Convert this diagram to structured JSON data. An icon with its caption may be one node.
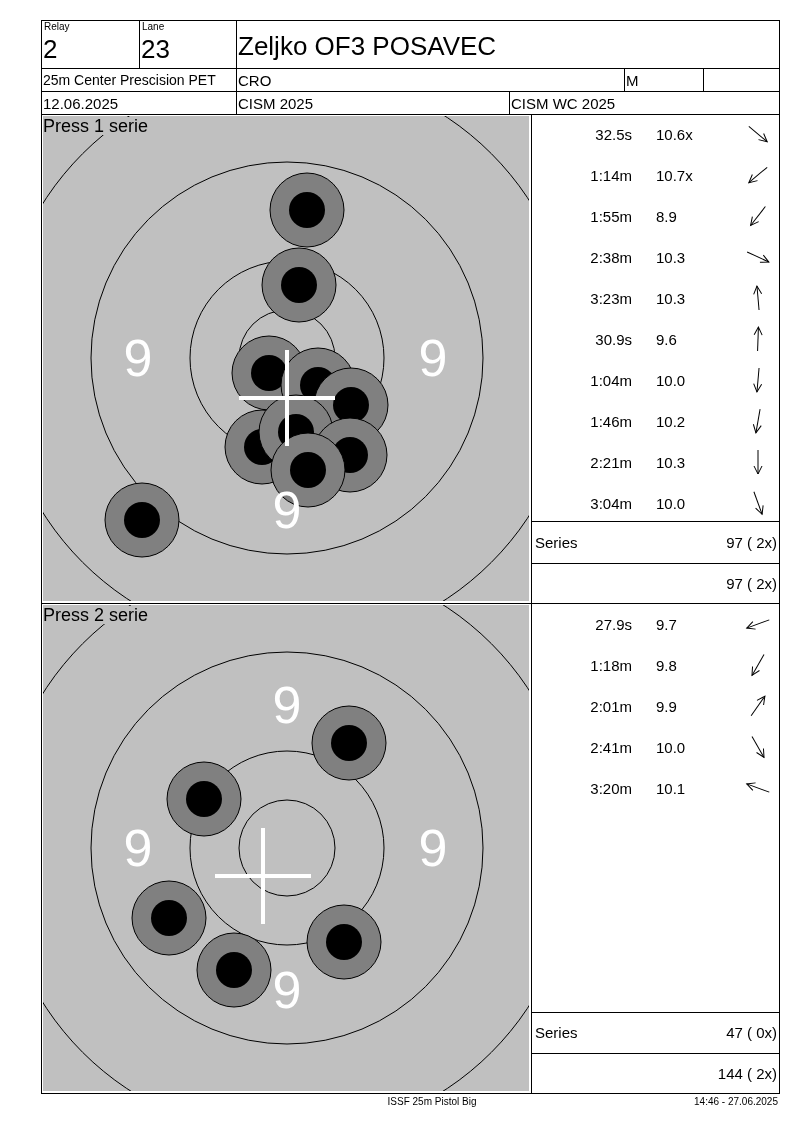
{
  "diagram": {
    "title": "Zeljko OF3 POSAVEC",
    "labels": [
      "Relay",
      "2",
      "Lane",
      "23",
      "25m Center Prescision PET",
      "CRO",
      "M",
      "12.06.2025",
      "CISM 2025",
      "CISM WC 2025",
      "Press 1 serie",
      "9",
      "9",
      "9",
      "32.5s",
      "10.6x",
      "1:14m",
      "10.7x",
      "1:55m",
      "8.9",
      "2:38m",
      "10.3",
      "3:23m",
      "10.3",
      "30.9s",
      "9.6",
      "1:04m",
      "10.0",
      "1:46m",
      "10.2",
      "2:21m",
      "10.3",
      "3:04m",
      "10.0",
      "Series",
      "97 ( 2x)",
      "97 ( 2x)",
      "Press 2 serie",
      "9",
      "9",
      "9",
      "9",
      "27.9s",
      "9.7",
      "1:18m",
      "9.8",
      "2:01m",
      "9.9",
      "2:41m",
      "10.0",
      "3:20m",
      "10.1",
      "Series",
      "47 ( 0x)",
      "144 ( 2x)",
      "ISSF 25m Pistol Big",
      "14:46 - 27.06.2025"
    ]
  }
}
